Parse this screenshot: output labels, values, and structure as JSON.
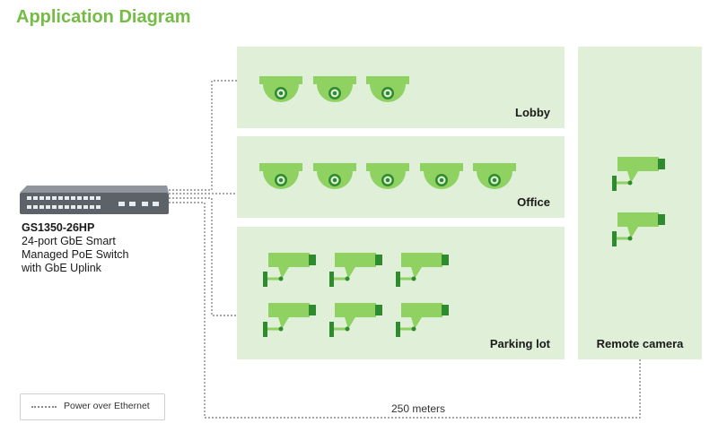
{
  "title": "Application Diagram",
  "zones": {
    "lobby": "Lobby",
    "office": "Office",
    "parking": "Parking lot",
    "remote": "Remote camera"
  },
  "switch": {
    "model": "GS1350-26HP",
    "description_line1": "24-port GbE Smart",
    "description_line2": "Managed PoE Switch",
    "description_line3": "with GbE Uplink"
  },
  "legend": {
    "label": "Power over Ethernet"
  },
  "distance_label": "250 meters",
  "colors": {
    "accent": "#74bd44",
    "zone_bg": "#e0f0d8",
    "camera": "#8fd262",
    "camera_dark": "#2e8b2e"
  },
  "cameras": {
    "lobby_dome": 3,
    "office_dome": 5,
    "parking_bullet": 6,
    "remote_bullet": 2
  }
}
